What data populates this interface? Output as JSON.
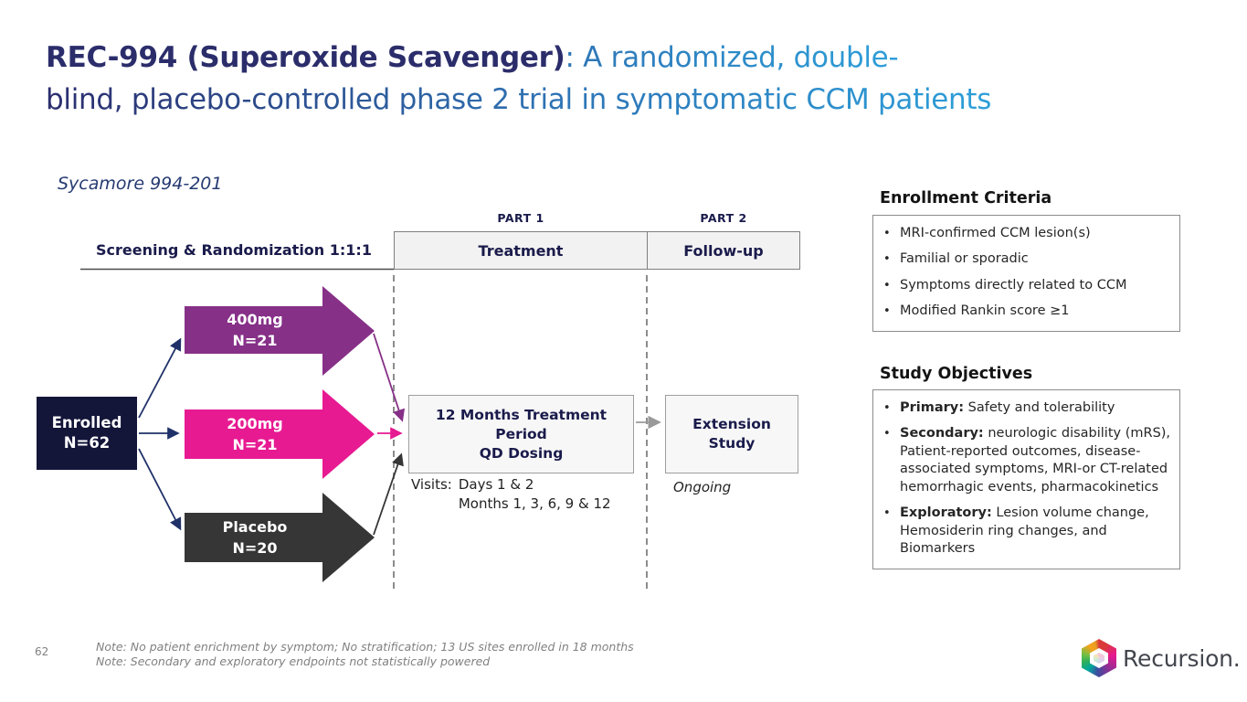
{
  "title": {
    "bold": "REC-994 (Superoxide Scavenger)",
    "line1_rest": ": A randomized, double-",
    "line2": "blind, placebo-controlled phase 2 trial in symptomatic CCM patients"
  },
  "study_name": "Sycamore 994-201",
  "diagram": {
    "part1": "PART 1",
    "part2": "PART 2",
    "screening_header": "Screening & Randomization 1:1:1",
    "treatment_header": "Treatment",
    "followup_header": "Follow-up",
    "enrolled_line1": "Enrolled",
    "enrolled_line2": "N=62",
    "arms": [
      {
        "label": "400mg",
        "n": "N=21",
        "color": "#863088"
      },
      {
        "label": "200mg",
        "n": "N=21",
        "color": "#E71A92"
      },
      {
        "label": "Placebo",
        "n": "N=20",
        "color": "#363636"
      }
    ],
    "treatment_box_line1": "12 Months Treatment Period",
    "treatment_box_line2": "QD Dosing",
    "visits_label": "Visits:",
    "visits_line1": "Days 1 & 2",
    "visits_line2": "Months 1, 3, 6, 9 & 12",
    "extension_box": "Extension Study",
    "extension_status": "Ongoing"
  },
  "enrollment_criteria": {
    "heading": "Enrollment Criteria",
    "items": [
      "MRI-confirmed CCM lesion(s)",
      "Familial or sporadic",
      "Symptoms directly related to CCM",
      "Modified Rankin score ≥1"
    ]
  },
  "study_objectives": {
    "heading": "Study Objectives",
    "items": [
      {
        "lead": "Primary:",
        "text": " Safety and tolerability"
      },
      {
        "lead": "Secondary:",
        "text": " neurologic disability (mRS), Patient-reported outcomes, disease-associated symptoms, MRI-or CT-related hemorrhagic events, pharmacokinetics"
      },
      {
        "lead": "Exploratory:",
        "text": " Lesion volume change, Hemosiderin ring changes, and Biomarkers"
      }
    ]
  },
  "footer": {
    "page_number": "62",
    "notes": [
      "Note: No patient enrichment by symptom; No stratification; 13 US sites enrolled in 18 months",
      "Note: Secondary and exploratory endpoints not statistically powered"
    ],
    "logo_text": "Recursion."
  },
  "colors": {
    "title_dark_navy": "#2B2D6B",
    "title_blue_mid": "#2E75B6",
    "title_blue_light": "#2D9FD9",
    "enrolled_box_navy": "#131539",
    "arm_400_purple": "#863088",
    "arm_200_magenta": "#E71A92",
    "arm_placebo_dark": "#363636",
    "connector_navy": "#1F3168",
    "header_box_fill": "#F2F2F2"
  }
}
